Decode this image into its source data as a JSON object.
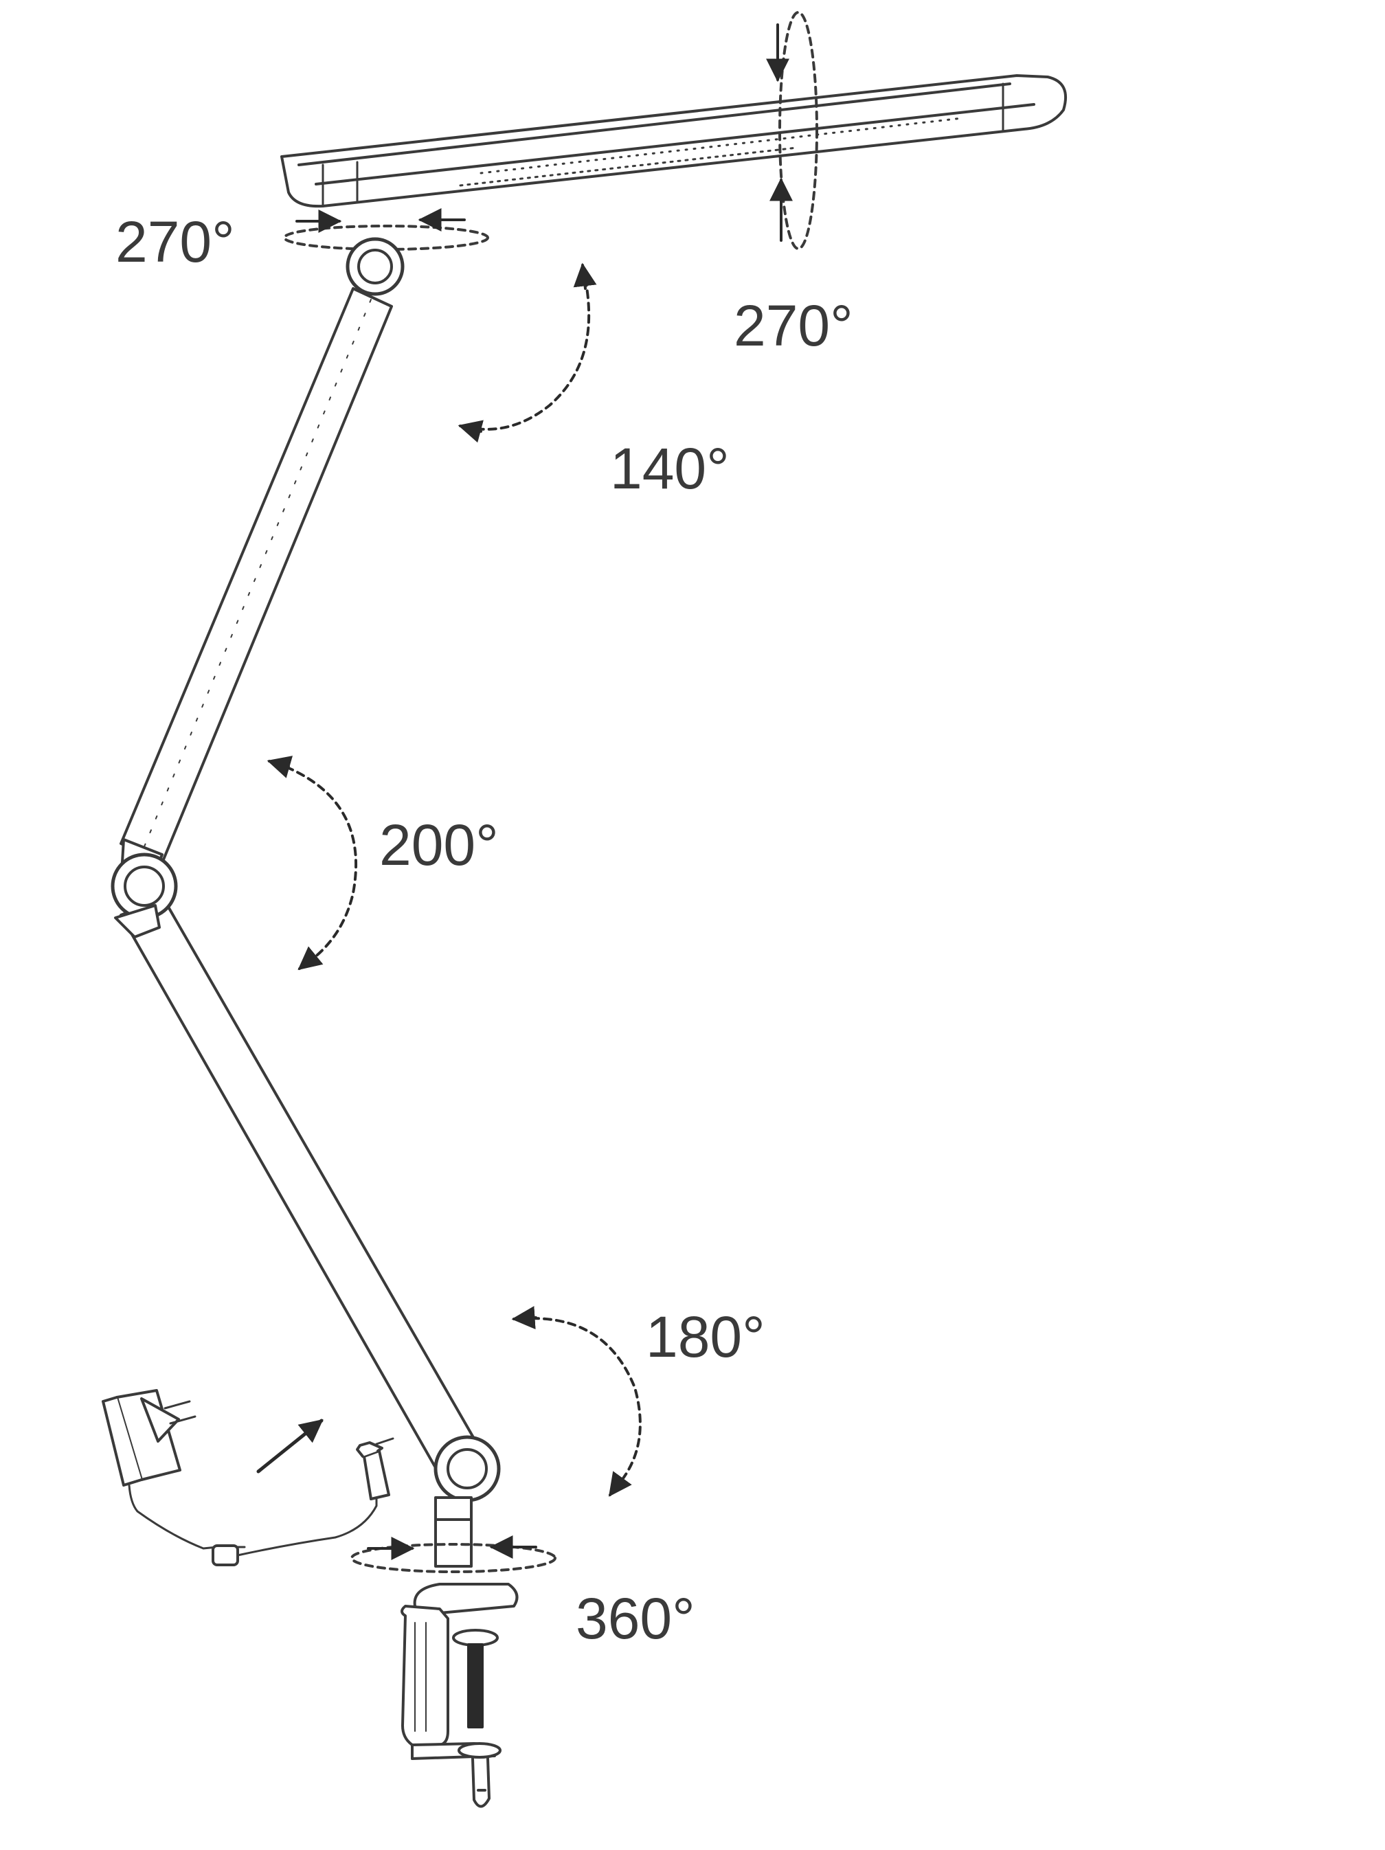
{
  "diagram": {
    "angles": {
      "head_swivel": "270°",
      "head_rotation": "270°",
      "head_tilt": "140°",
      "elbow": "200°",
      "base_tilt": "180°",
      "base_swivel": "360°"
    },
    "colors": {
      "stroke": "#3a3a3a",
      "text": "#3a3a3a",
      "background": "#ffffff"
    },
    "icons": [
      "lamp-head-icon",
      "power-adapter-icon",
      "desk-clamp-icon",
      "rotation-arrow-icon"
    ]
  }
}
